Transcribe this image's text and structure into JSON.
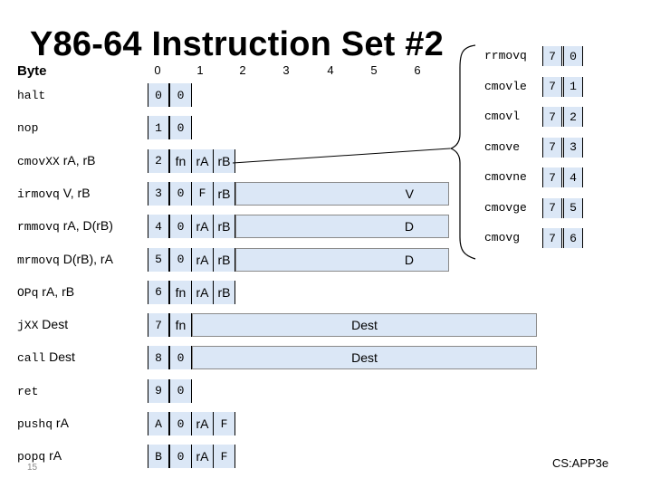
{
  "title": "Y86-64 Instruction Set #2",
  "byte_label": "Byte",
  "byte_numbers": [
    "0",
    "1",
    "2",
    "3",
    "4",
    "5",
    "6"
  ],
  "instructions": [
    {
      "op": "halt",
      "args": "",
      "cells": [
        "0",
        "0"
      ]
    },
    {
      "op": "nop",
      "args": "",
      "cells": [
        "1",
        "0"
      ]
    },
    {
      "op": "cmovXX",
      "args": " rA, rB",
      "cells": [
        "2",
        "fn",
        "rA",
        "rB"
      ]
    },
    {
      "op": "irmovq",
      "args": " V, rB",
      "cells": [
        "3",
        "0",
        "F",
        "rB"
      ],
      "tail": "V"
    },
    {
      "op": "rmmovq",
      "args": " rA, D(rB)",
      "cells": [
        "4",
        "0",
        "rA",
        "rB"
      ],
      "tail": "D"
    },
    {
      "op": "mrmovq",
      "args": " D(rB), rA",
      "cells": [
        "5",
        "0",
        "rA",
        "rB"
      ],
      "tail": "D"
    },
    {
      "op": "OPq",
      "args": " rA, rB",
      "cells": [
        "6",
        "fn",
        "rA",
        "rB"
      ]
    },
    {
      "op": "jXX",
      "args": " Dest",
      "cells": [
        "7",
        "fn"
      ],
      "tail": "Dest"
    },
    {
      "op": "call",
      "args": " Dest",
      "cells": [
        "8",
        "0"
      ],
      "tail": "Dest"
    },
    {
      "op": "ret",
      "args": "",
      "cells": [
        "9",
        "0"
      ]
    },
    {
      "op": "pushq",
      "args": " rA",
      "cells": [
        "A",
        "0",
        "rA",
        "F"
      ]
    },
    {
      "op": "popq",
      "args": " rA",
      "cells": [
        "B",
        "0",
        "rA",
        "F"
      ]
    }
  ],
  "cmov_variants": [
    {
      "name": "rrmovq",
      "cells": [
        "7",
        "0"
      ]
    },
    {
      "name": "cmovle",
      "cells": [
        "7",
        "1"
      ]
    },
    {
      "name": "cmovl",
      "cells": [
        "7",
        "2"
      ]
    },
    {
      "name": "cmove",
      "cells": [
        "7",
        "3"
      ]
    },
    {
      "name": "cmovne",
      "cells": [
        "7",
        "4"
      ]
    },
    {
      "name": "cmovge",
      "cells": [
        "7",
        "5"
      ]
    },
    {
      "name": "cmovg",
      "cells": [
        "7",
        "6"
      ]
    }
  ],
  "footer": "CS:APP3e",
  "page_number": "15"
}
